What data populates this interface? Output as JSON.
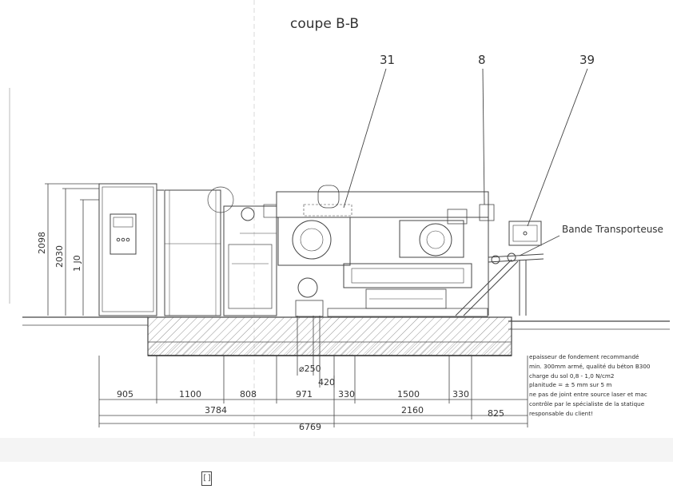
{
  "title": "coupe B-B",
  "callouts": [
    "31",
    "8",
    "39"
  ],
  "conveyor_label": "Bande Transporteuse",
  "vertical_dims": [
    "2098",
    "2030",
    "1 J0"
  ],
  "bottom_dims_row1": [
    "905",
    "1100",
    "808",
    "971",
    "330",
    "1500",
    "330"
  ],
  "bottom_dims_row2": [
    "3784",
    "2160",
    "825"
  ],
  "total_dim": "6769",
  "small_dims": {
    "diameter": "⌀250",
    "offset": "420"
  },
  "notes": [
    "epaisseur de fondement recommandé",
    "min. 300mm armé, qualité du béton B300",
    "charge du sol 0,8 - 1,0 N/cm2",
    "planitude = ± 5 mm sur 5 m",
    "ne pas de joint entre source laser et mac",
    "contrôle par le spécialiste de la statique",
    "responsable du client!"
  ],
  "footer_box_label": "[]"
}
